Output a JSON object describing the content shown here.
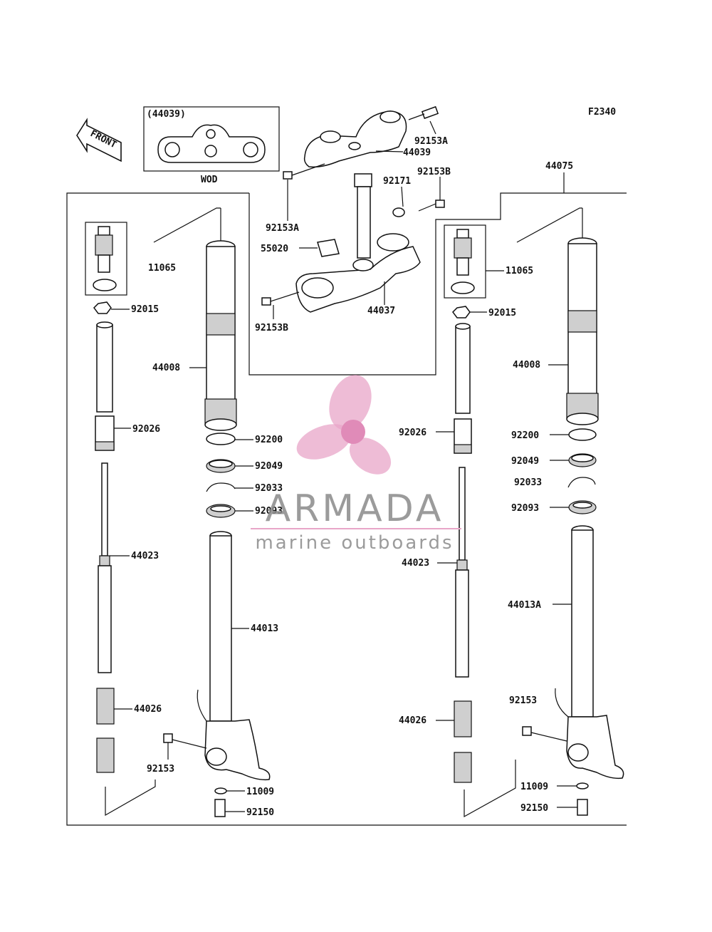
{
  "figure_code": "F2340",
  "front_label": "FRONT",
  "inset": {
    "ref": "(44039)",
    "variant": "WOD"
  },
  "labels": {
    "p44039": "44039",
    "p92153A_top": "92153A",
    "p92153A_left": "92153A",
    "p92153B_right": "92153B",
    "p92153B_left": "92153B",
    "p92171": "92171",
    "p55020": "55020",
    "p44037": "44037",
    "p44075": "44075",
    "L_11065": "11065",
    "L_92015": "92015",
    "L_44008": "44008",
    "L_92026": "92026",
    "L_92200": "92200",
    "L_92049": "92049",
    "L_92033": "92033",
    "L_92093": "92093",
    "L_44023": "44023",
    "L_44013": "44013",
    "L_44026": "44026",
    "L_92153": "92153",
    "L_11009": "11009",
    "L_92150": "92150",
    "R_11065": "11065",
    "R_92015": "92015",
    "R_44008": "44008",
    "R_92026": "92026",
    "R_92200": "92200",
    "R_92049": "92049",
    "R_92033": "92033",
    "R_92093": "92093",
    "R_44023": "44023",
    "R_44013A": "44013A",
    "R_44026": "44026",
    "R_92153": "92153",
    "R_11009": "11009",
    "R_92150": "92150"
  },
  "watermark": {
    "brand": "ARMADA",
    "tagline": "marine outboards",
    "color": "#e8a6c8"
  }
}
